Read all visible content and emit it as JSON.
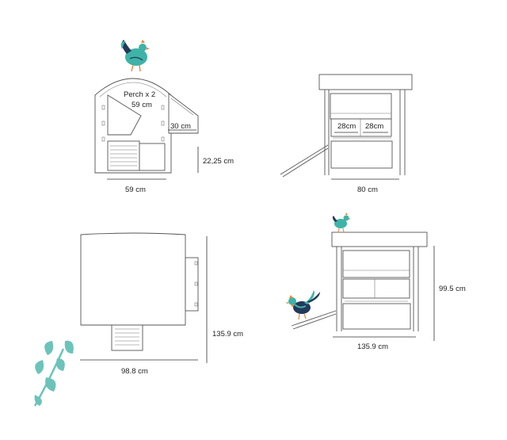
{
  "labels": {
    "perch_count": "Perch x 2",
    "perch_length": "59 cm",
    "ladder_length": "30 cm",
    "nest_height": "22,25 cm",
    "side_width": "59 cm",
    "front_width": "80 cm",
    "inner_left": "28cm",
    "inner_right": "28cm",
    "top_depth": "98.8 cm",
    "top_height": "135.9 cm",
    "full_width": "135.9 cm",
    "full_height": "99.5 cm"
  },
  "colors": {
    "teal": "#3fb3a8",
    "navy": "#23395b",
    "orange": "#e08a3c",
    "leaf": "#6cc3b9"
  },
  "icons": [
    "hen-icon-top",
    "bird-icon-small",
    "rooster-icon",
    "leaf-sprig-icon"
  ]
}
